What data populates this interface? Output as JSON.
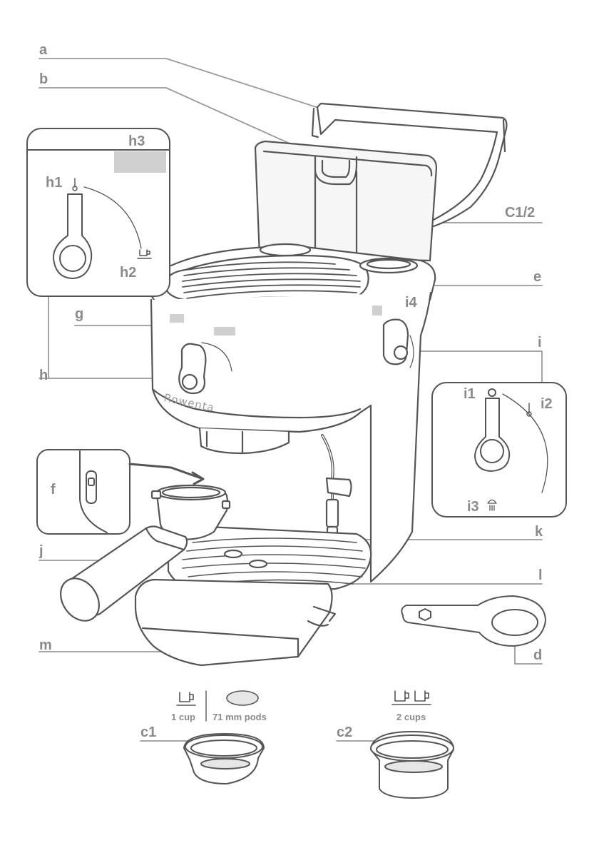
{
  "labels": {
    "a": "a",
    "b": "b",
    "c12": "C1/2",
    "e": "e",
    "g": "g",
    "h": "h",
    "h1": "h1",
    "h2": "h2",
    "h3": "h3",
    "i": "i",
    "i1": "i1",
    "i2": "i2",
    "i3": "i3",
    "i4": "i4",
    "f": "f",
    "j": "j",
    "k": "k",
    "l": "l",
    "m": "m",
    "d": "d",
    "c1": "c1",
    "c2": "c2"
  },
  "filters": {
    "one_cup": "1 cup",
    "pods": "71 mm pods",
    "two_cups": "2 cups"
  },
  "brand": "Rowenta",
  "colors": {
    "line": "#555555",
    "label": "#8a8a8a",
    "leader": "#9a9a9a",
    "fill": "#d0d0d0"
  }
}
